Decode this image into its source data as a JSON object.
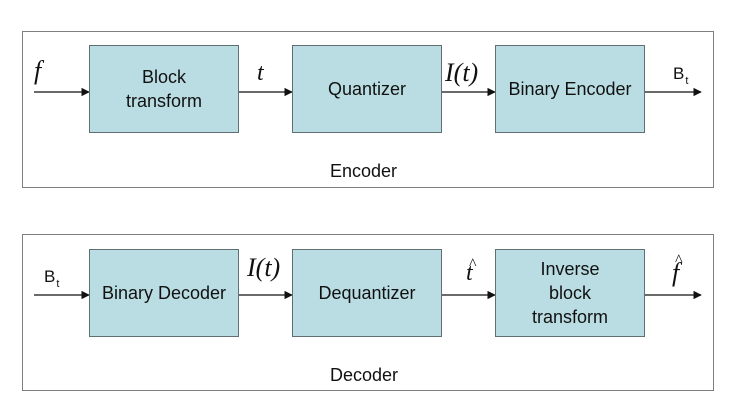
{
  "encoder": {
    "caption": "Encoder",
    "blocks": {
      "block_transform": "Block\ntransform",
      "quantizer": "Quantizer",
      "binary_encoder": "Binary Encoder"
    },
    "labels": {
      "input": "f",
      "t": "t",
      "it": "I(t)",
      "output_base": "B",
      "output_sub": "t"
    }
  },
  "decoder": {
    "caption": "Decoder",
    "blocks": {
      "binary_decoder": "Binary Decoder",
      "dequantizer": "Dequantizer",
      "inverse_block_transform": "Inverse\nblock\ntransform"
    },
    "labels": {
      "input_base": "B",
      "input_sub": "t",
      "it": "I(t)",
      "t_hat": "t",
      "f_hat": "f"
    }
  }
}
